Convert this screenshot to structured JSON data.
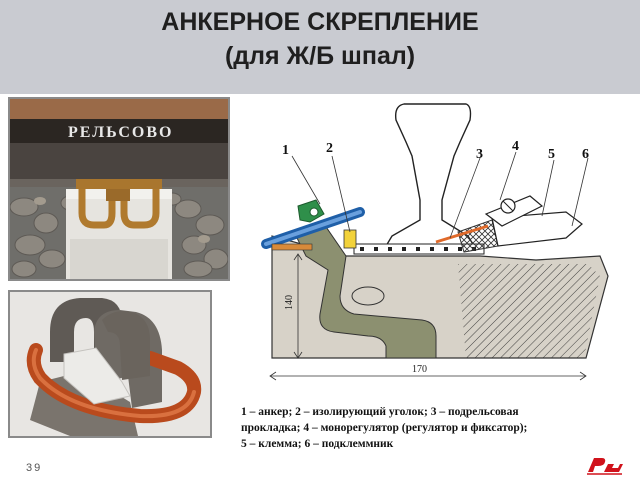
{
  "title": {
    "line1": "АНКЕРНОЕ  СКРЕПЛЕНИЕ",
    "line2": "(для Ж/Б  шпал)"
  },
  "photo_rail_text": "РЕЛЬСОВО",
  "diagram": {
    "labels": [
      "1",
      "2",
      "3",
      "4",
      "5",
      "6"
    ],
    "dim_vertical": "140",
    "dim_horizontal": "170"
  },
  "legend": {
    "line1": "1 – анкер; 2 – изолирующий уголок; 3 – подрельсовая",
    "line2": "прокладка;  4 – монорегулятор (регулятор и фиксатор);",
    "line3": "5 – клемма; 6 – подклеммник"
  },
  "page_number": "39",
  "colors": {
    "title_band": "#c9cbd1",
    "anchor_body": "#8c9070",
    "clip_orange": "#c0501f",
    "logo_red": "#d0121b"
  },
  "logo_icon": "rzd-logo-icon"
}
